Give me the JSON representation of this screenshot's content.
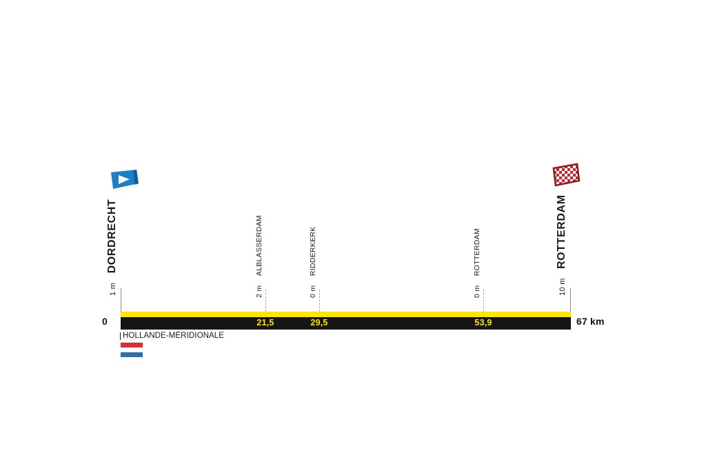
{
  "stage": {
    "start_city": "DORDRECHT",
    "finish_city": "ROTTERDAM",
    "start_altitude": "1 m",
    "finish_altitude": "10 m",
    "axis_start_label": "0",
    "axis_end_label": "67 km",
    "total_distance_km": 67,
    "region_label": "HOLLANDE-MÉRIDIONALE",
    "start_icon": "start-flag-icon",
    "finish_icon": "checkered-flag-icon",
    "country_flag": "netherlands-flag-icon"
  },
  "colors": {
    "road_yellow": "#FFE500",
    "road_black": "#151515",
    "start_blue": "#1B7FC4",
    "finish_red": "#C9242B",
    "flag_red": "#D62F35",
    "flag_white": "#FFFFFF",
    "flag_blue": "#2A6DB0",
    "leader_grey": "#8C8C8C"
  },
  "markers": [
    {
      "id": "start",
      "km": 0,
      "km_label": "0",
      "altitude": "1 m",
      "town": "DORDRECHT",
      "type": "endpoint"
    },
    {
      "id": "alblasserdam",
      "km": 21.5,
      "km_label": "21,5",
      "altitude": "2 m",
      "town": "ALBLASSERDAM",
      "type": "intermediate"
    },
    {
      "id": "ridderkerk",
      "km": 29.5,
      "km_label": "29,5",
      "altitude": "0 m",
      "town": "RIDDERKERK",
      "type": "intermediate"
    },
    {
      "id": "rotterdam-intermediate",
      "km": 53.9,
      "km_label": "53,9",
      "altitude": "0 m",
      "town": "ROTTERDAM",
      "type": "intermediate"
    },
    {
      "id": "finish",
      "km": 67,
      "km_label": "67 km",
      "altitude": "10 m",
      "town": "ROTTERDAM",
      "type": "endpoint"
    }
  ],
  "chart_data": {
    "type": "area",
    "title": "",
    "xlabel": "",
    "ylabel": "",
    "xlim": [
      0,
      67
    ],
    "ylim": [
      0,
      10
    ],
    "grid": false,
    "legend": null,
    "x": [
      0,
      21.5,
      29.5,
      53.9,
      67
    ],
    "values": [
      1,
      2,
      0,
      0,
      10
    ],
    "tick_labels_x": [
      "0",
      "21,5",
      "29,5",
      "53,9",
      "67 km"
    ],
    "annotations": [
      "1 m DORDRECHT",
      "2 m ALBLASSERDAM",
      "0 m RIDDERKERK",
      "0 m ROTTERDAM",
      "10 m ROTTERDAM"
    ]
  }
}
